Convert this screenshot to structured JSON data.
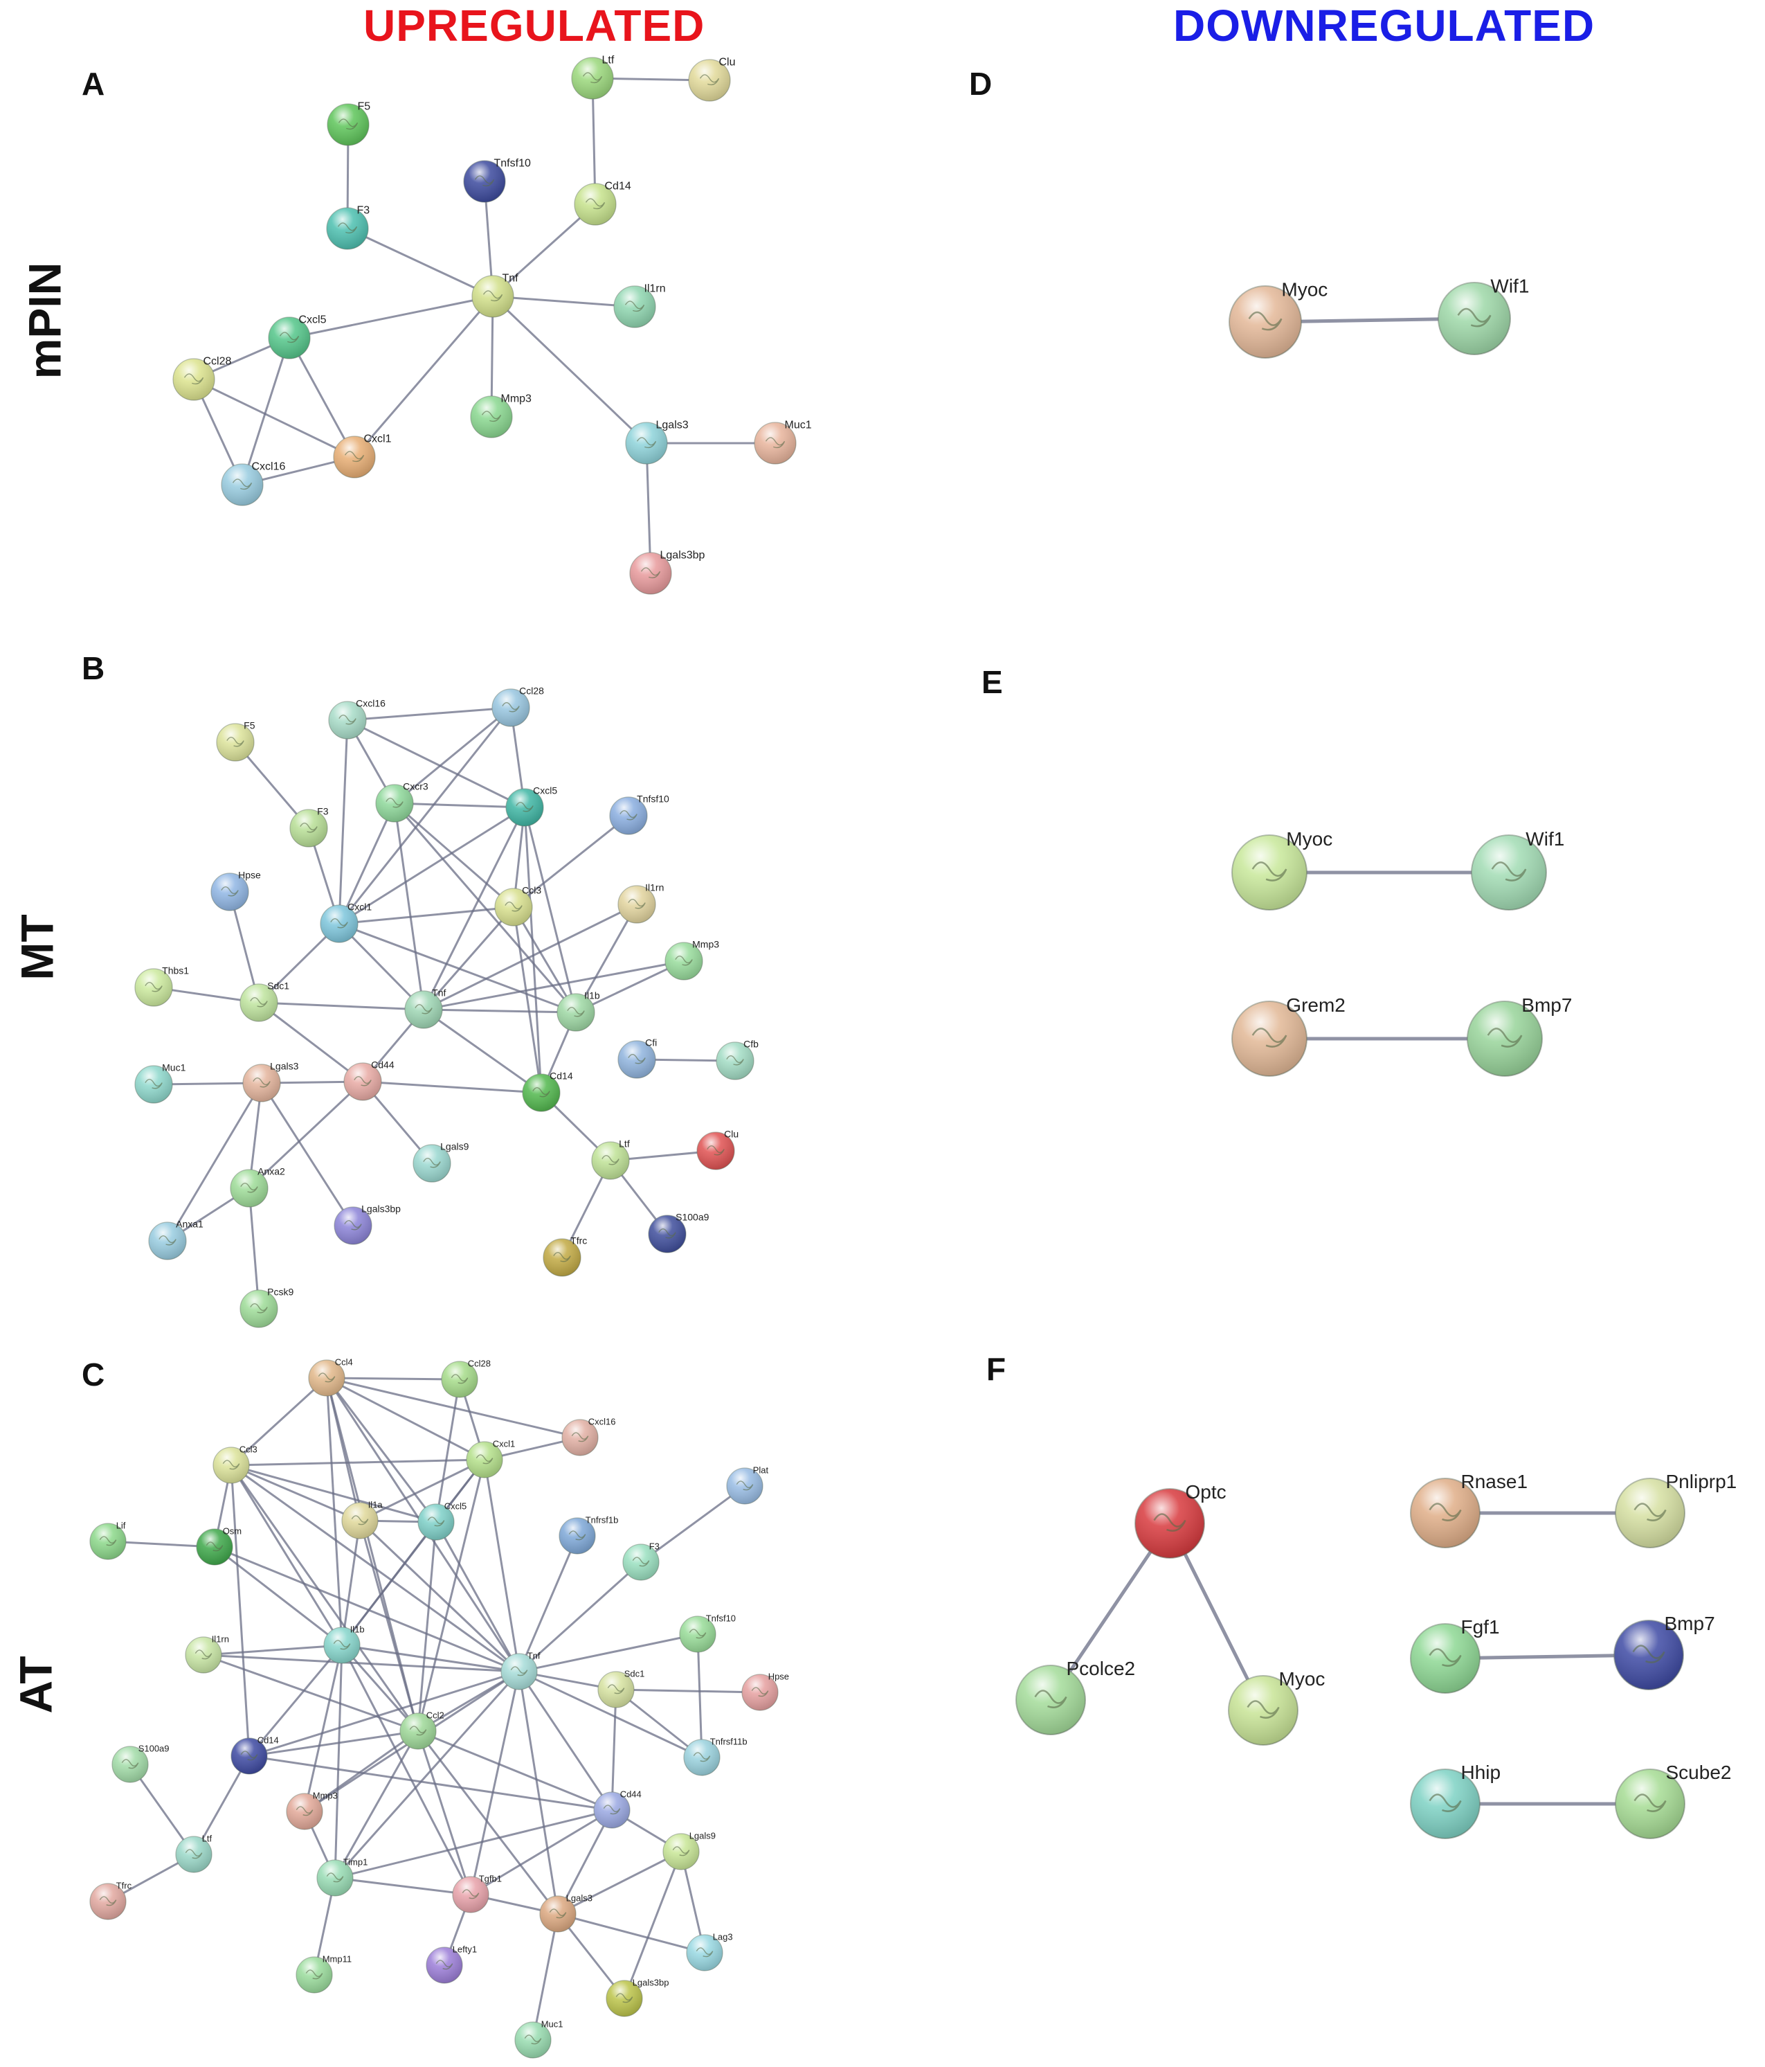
{
  "column_titles": {
    "up": "UPREGULATED",
    "down": "DOWNREGULATED"
  },
  "colors": {
    "up_title": "#e8141c",
    "down_title": "#1a1ee6",
    "edge": "#6a6e86"
  },
  "row_labels": {
    "mpin": "mPIN",
    "mt": "MT",
    "at": "AT"
  },
  "panels": [
    {
      "id": "A",
      "letter": "A",
      "nodes": [
        {
          "id": "Ltf",
          "color": "#9bd87c"
        },
        {
          "id": "Clu",
          "color": "#e2da9a"
        },
        {
          "id": "F5",
          "color": "#5ec55a"
        },
        {
          "id": "Tnfsf10",
          "color": "#3c4a9e"
        },
        {
          "id": "Cd14",
          "color": "#c6e28c"
        },
        {
          "id": "F3",
          "color": "#4dc0b0"
        },
        {
          "id": "Tnf",
          "color": "#d2e08a"
        },
        {
          "id": "Il1rn",
          "color": "#8fd6b0"
        },
        {
          "id": "Cxcl5",
          "color": "#54c68a"
        },
        {
          "id": "Ccl28",
          "color": "#dce38e"
        },
        {
          "id": "Mmp3",
          "color": "#8ad890"
        },
        {
          "id": "Lgals3",
          "color": "#8ed3da"
        },
        {
          "id": "Muc1",
          "color": "#e8b49c"
        },
        {
          "id": "Cxcl1",
          "color": "#e8ae74"
        },
        {
          "id": "Cxcl16",
          "color": "#98cce0"
        },
        {
          "id": "Lgals3bp",
          "color": "#e89a9c"
        }
      ],
      "edges": [
        [
          "Ltf",
          "Clu"
        ],
        [
          "Ltf",
          "Cd14"
        ],
        [
          "Cd14",
          "Tnf"
        ],
        [
          "F5",
          "F3"
        ],
        [
          "F3",
          "Tnf"
        ],
        [
          "Tnfsf10",
          "Tnf"
        ],
        [
          "Tnf",
          "Il1rn"
        ],
        [
          "Tnf",
          "Cxcl5"
        ],
        [
          "Tnf",
          "Mmp3"
        ],
        [
          "Tnf",
          "Cxcl1"
        ],
        [
          "Tnf",
          "Lgals3"
        ],
        [
          "Lgals3",
          "Muc1"
        ],
        [
          "Lgals3",
          "Lgals3bp"
        ],
        [
          "Cxcl5",
          "Ccl28"
        ],
        [
          "Cxcl5",
          "Cxcl1"
        ],
        [
          "Cxcl5",
          "Cxcl16"
        ],
        [
          "Ccl28",
          "Cxcl16"
        ],
        [
          "Ccl28",
          "Cxcl1"
        ],
        [
          "Cxcl16",
          "Cxcl1"
        ]
      ]
    },
    {
      "id": "B",
      "letter": "B",
      "nodes": [
        {
          "id": "Cxcl16",
          "color": "#a8dcc8"
        },
        {
          "id": "Ccl28",
          "color": "#98c6e0"
        },
        {
          "id": "F5",
          "color": "#dce39a"
        },
        {
          "id": "Cxcr3",
          "color": "#8ed89a"
        },
        {
          "id": "Cxcl5",
          "color": "#3fb6a4"
        },
        {
          "id": "Tnfsf10",
          "color": "#8aaee0"
        },
        {
          "id": "F3",
          "color": "#b8df96"
        },
        {
          "id": "Hpse",
          "color": "#90b6e4"
        },
        {
          "id": "Il1rn",
          "color": "#e2d49e"
        },
        {
          "id": "Cxcl1",
          "color": "#7ec6dc"
        },
        {
          "id": "Ccl3",
          "color": "#d8e08e"
        },
        {
          "id": "Mmp3",
          "color": "#98dc9c"
        },
        {
          "id": "Thbs1",
          "color": "#ccea9e"
        },
        {
          "id": "Sdc1",
          "color": "#bfe49e"
        },
        {
          "id": "Tnf",
          "color": "#9ed6b4"
        },
        {
          "id": "Il1b",
          "color": "#9ed8a4"
        },
        {
          "id": "Cfi",
          "color": "#90b4de"
        },
        {
          "id": "Cfb",
          "color": "#a2dcc4"
        },
        {
          "id": "Muc1",
          "color": "#8ed8cc"
        },
        {
          "id": "Lgals3",
          "color": "#e4b49c"
        },
        {
          "id": "Cd44",
          "color": "#e8aaa4"
        },
        {
          "id": "Cd14",
          "color": "#52b84e"
        },
        {
          "id": "Ltf",
          "color": "#bfe296"
        },
        {
          "id": "Clu",
          "color": "#e05252"
        },
        {
          "id": "Lgals9",
          "color": "#9ad8d0"
        },
        {
          "id": "Anxa2",
          "color": "#9edc98"
        },
        {
          "id": "Lgals3bp",
          "color": "#8c84d8"
        },
        {
          "id": "S100a9",
          "color": "#3f4e9c"
        },
        {
          "id": "Anxa1",
          "color": "#98cce0"
        },
        {
          "id": "Tfrc",
          "color": "#c2aa44"
        },
        {
          "id": "Pcsk9",
          "color": "#9edc98"
        }
      ],
      "edges": [
        [
          "Cxcl16",
          "Ccl28"
        ],
        [
          "Cxcl16",
          "Cxcr3"
        ],
        [
          "Cxcl16",
          "Cxcl5"
        ],
        [
          "Cxcl16",
          "Cxcl1"
        ],
        [
          "Ccl28",
          "Cxcl5"
        ],
        [
          "Ccl28",
          "Cxcl1"
        ],
        [
          "Ccl28",
          "Cxcr3"
        ],
        [
          "F5",
          "F3"
        ],
        [
          "F3",
          "Cxcl1"
        ],
        [
          "Cxcr3",
          "Cxcl5"
        ],
        [
          "Cxcr3",
          "Cxcl1"
        ],
        [
          "Cxcr3",
          "Ccl3"
        ],
        [
          "Cxcr3",
          "Tnf"
        ],
        [
          "Cxcr3",
          "Il1b"
        ],
        [
          "Cxcl5",
          "Cxcl1"
        ],
        [
          "Cxcl5",
          "Ccl3"
        ],
        [
          "Cxcl5",
          "Tnf"
        ],
        [
          "Cxcl5",
          "Il1b"
        ],
        [
          "Cxcl5",
          "Cd14"
        ],
        [
          "Tnfsf10",
          "Ccl3"
        ],
        [
          "Cxcl1",
          "Ccl3"
        ],
        [
          "Cxcl1",
          "Tnf"
        ],
        [
          "Cxcl1",
          "Il1b"
        ],
        [
          "Cxcl1",
          "Sdc1"
        ],
        [
          "Ccl3",
          "Tnf"
        ],
        [
          "Ccl3",
          "Il1b"
        ],
        [
          "Ccl3",
          "Cd14"
        ],
        [
          "Il1rn",
          "Tnf"
        ],
        [
          "Il1rn",
          "Il1b"
        ],
        [
          "Mmp3",
          "Tnf"
        ],
        [
          "Mmp3",
          "Il1b"
        ],
        [
          "Tnf",
          "Il1b"
        ],
        [
          "Tnf",
          "Cd14"
        ],
        [
          "Tnf",
          "Cd44"
        ],
        [
          "Tnf",
          "Sdc1"
        ],
        [
          "Il1b",
          "Cd14"
        ],
        [
          "Hpse",
          "Sdc1"
        ],
        [
          "Thbs1",
          "Sdc1"
        ],
        [
          "Sdc1",
          "Cd44"
        ],
        [
          "Cfi",
          "Cfb"
        ],
        [
          "Muc1",
          "Lgals3"
        ],
        [
          "Lgals3",
          "Cd44"
        ],
        [
          "Lgals3",
          "Anxa2"
        ],
        [
          "Lgals3",
          "Lgals3bp"
        ],
        [
          "Lgals3",
          "Anxa1"
        ],
        [
          "Cd44",
          "Anxa2"
        ],
        [
          "Cd44",
          "Lgals9"
        ],
        [
          "Cd44",
          "Cd14"
        ],
        [
          "Cd14",
          "Ltf"
        ],
        [
          "Ltf",
          "Clu"
        ],
        [
          "Ltf",
          "Tfrc"
        ],
        [
          "Ltf",
          "S100a9"
        ],
        [
          "Anxa2",
          "Anxa1"
        ],
        [
          "Anxa2",
          "Pcsk9"
        ]
      ]
    },
    {
      "id": "C",
      "letter": "C",
      "nodes": [
        {
          "id": "Ccl4",
          "color": "#e2b88a"
        },
        {
          "id": "Ccl28",
          "color": "#a6dc8a"
        },
        {
          "id": "Cxcl16",
          "color": "#e2b0a4"
        },
        {
          "id": "Ccl3",
          "color": "#dce39a"
        },
        {
          "id": "Cxcl1",
          "color": "#b4e08a"
        },
        {
          "id": "Plat",
          "color": "#98bce4"
        },
        {
          "id": "Lif",
          "color": "#8cd88a"
        },
        {
          "id": "Osm",
          "color": "#3ea84a"
        },
        {
          "id": "Il1a",
          "color": "#e0d89a"
        },
        {
          "id": "Cxcl5",
          "color": "#7ed0c8"
        },
        {
          "id": "Tnfrsf1b",
          "color": "#7ea8d8"
        },
        {
          "id": "F3",
          "color": "#9ae0c0"
        },
        {
          "id": "Tnfsf10",
          "color": "#98dc98"
        },
        {
          "id": "Il1rn",
          "color": "#c8e6a4"
        },
        {
          "id": "Il1b",
          "color": "#86d6cc"
        },
        {
          "id": "Tnf",
          "color": "#a6dcd8"
        },
        {
          "id": "Sdc1",
          "color": "#d6e2a0"
        },
        {
          "id": "Hpse",
          "color": "#e6a0a0"
        },
        {
          "id": "Ccl2",
          "color": "#9ed898"
        },
        {
          "id": "Tnfrsf11b",
          "color": "#9ad2de"
        },
        {
          "id": "S100a9",
          "color": "#a2dca8"
        },
        {
          "id": "Cd14",
          "color": "#3e4aa2"
        },
        {
          "id": "Cd44",
          "color": "#9aa8e2"
        },
        {
          "id": "Mmp3",
          "color": "#e2a898"
        },
        {
          "id": "Lgals9",
          "color": "#c8e696"
        },
        {
          "id": "Ltf",
          "color": "#9ad8c8"
        },
        {
          "id": "Timp1",
          "color": "#98dcb4"
        },
        {
          "id": "Tgfb1",
          "color": "#e8a2aa"
        },
        {
          "id": "Lgals3",
          "color": "#dca880"
        },
        {
          "id": "Tfrc",
          "color": "#e2a8a0"
        },
        {
          "id": "Lag3",
          "color": "#98d8e2"
        },
        {
          "id": "Lefty1",
          "color": "#9c7ed8"
        },
        {
          "id": "Mmp11",
          "color": "#9adc9c"
        },
        {
          "id": "Lgals3bp",
          "color": "#bcc44a"
        },
        {
          "id": "Muc1",
          "color": "#98dcb0"
        }
      ],
      "edges": [
        [
          "Ccl4",
          "Ccl3"
        ],
        [
          "Ccl4",
          "Cxcl1"
        ],
        [
          "Ccl4",
          "Cxcl5"
        ],
        [
          "Ccl4",
          "Il1a"
        ],
        [
          "Ccl4",
          "Il1b"
        ],
        [
          "Ccl4",
          "Tnf"
        ],
        [
          "Ccl4",
          "Ccl2"
        ],
        [
          "Ccl4",
          "Cxcl16"
        ],
        [
          "Ccl4",
          "Ccl28"
        ],
        [
          "Ccl28",
          "Cxcl5"
        ],
        [
          "Ccl28",
          "Cxcl1"
        ],
        [
          "Ccl3",
          "Cxcl1"
        ],
        [
          "Ccl3",
          "Il1a"
        ],
        [
          "Ccl3",
          "Cxcl5"
        ],
        [
          "Ccl3",
          "Il1b"
        ],
        [
          "Ccl3",
          "Tnf"
        ],
        [
          "Ccl3",
          "Ccl2"
        ],
        [
          "Ccl3",
          "Osm"
        ],
        [
          "Ccl3",
          "Cd14"
        ],
        [
          "Cxcl1",
          "Cxcl5"
        ],
        [
          "Cxcl1",
          "Il1a"
        ],
        [
          "Cxcl1",
          "Il1b"
        ],
        [
          "Cxcl1",
          "Tnf"
        ],
        [
          "Cxcl1",
          "Ccl2"
        ],
        [
          "Cxcl1",
          "Cxcl16"
        ],
        [
          "Lif",
          "Osm"
        ],
        [
          "Osm",
          "Il1b"
        ],
        [
          "Osm",
          "Tnf"
        ],
        [
          "Il1a",
          "Cxcl5"
        ],
        [
          "Il1a",
          "Il1b"
        ],
        [
          "Il1a",
          "Tnf"
        ],
        [
          "Il1a",
          "Ccl2"
        ],
        [
          "Cxcl5",
          "Il1b"
        ],
        [
          "Cxcl5",
          "Tnf"
        ],
        [
          "Cxcl5",
          "Ccl2"
        ],
        [
          "Tnfrsf1b",
          "Tnf"
        ],
        [
          "F3",
          "Tnf"
        ],
        [
          "Plat",
          "F3"
        ],
        [
          "Il1rn",
          "Il1b"
        ],
        [
          "Il1rn",
          "Tnf"
        ],
        [
          "Il1b",
          "Tnf"
        ],
        [
          "Il1b",
          "Ccl2"
        ],
        [
          "Il1b",
          "Cd14"
        ],
        [
          "Il1b",
          "Mmp3"
        ],
        [
          "Il1b",
          "Timp1"
        ],
        [
          "Il1b",
          "Tgfb1"
        ],
        [
          "Tnf",
          "Sdc1"
        ],
        [
          "Tnf",
          "Ccl2"
        ],
        [
          "Tnf",
          "Cd14"
        ],
        [
          "Tnf",
          "Cd44"
        ],
        [
          "Tnf",
          "Timp1"
        ],
        [
          "Tnf",
          "Tgfb1"
        ],
        [
          "Tnf",
          "Mmp3"
        ],
        [
          "Tnf",
          "Lgals3"
        ],
        [
          "Tnf",
          "Tnfsf10"
        ],
        [
          "Tnf",
          "Tnfrsf11b"
        ],
        [
          "Sdc1",
          "Hpse"
        ],
        [
          "Sdc1",
          "Cd44"
        ],
        [
          "Sdc1",
          "Tnfrsf11b"
        ],
        [
          "Tnfsf10",
          "Tnfrsf11b"
        ],
        [
          "Ccl2",
          "Cd14"
        ],
        [
          "Ccl2",
          "Mmp3"
        ],
        [
          "Ccl2",
          "Timp1"
        ],
        [
          "Ccl2",
          "Tgfb1"
        ],
        [
          "Ccl2",
          "Cd44"
        ],
        [
          "Ccl2",
          "Lgals3"
        ],
        [
          "Ccl2",
          "Il1rn"
        ],
        [
          "S100a9",
          "Ltf"
        ],
        [
          "Cd14",
          "Ltf"
        ],
        [
          "Cd14",
          "Cd44"
        ],
        [
          "Cd44",
          "Timp1"
        ],
        [
          "Cd44",
          "Tgfb1"
        ],
        [
          "Cd44",
          "Lgals3"
        ],
        [
          "Cd44",
          "Lgals9"
        ],
        [
          "Mmp3",
          "Timp1"
        ],
        [
          "Timp1",
          "Tgfb1"
        ],
        [
          "Timp1",
          "Mmp11"
        ],
        [
          "Tgfb1",
          "Lefty1"
        ],
        [
          "Tgfb1",
          "Lgals3"
        ],
        [
          "Lgals3",
          "Lgals9"
        ],
        [
          "Lgals3",
          "Lgals3bp"
        ],
        [
          "Lgals3",
          "Muc1"
        ],
        [
          "Lgals3",
          "Lag3"
        ],
        [
          "Lgals9",
          "Lag3"
        ],
        [
          "Lgals9",
          "Lgals3bp"
        ],
        [
          "Ltf",
          "Tfrc"
        ]
      ]
    },
    {
      "id": "D",
      "letter": "D",
      "nodes": [
        {
          "id": "Myoc",
          "color": "#e4b898"
        },
        {
          "id": "Wif1",
          "color": "#9ed8a8"
        }
      ],
      "edges": [
        [
          "Myoc",
          "Wif1"
        ]
      ]
    },
    {
      "id": "E",
      "letter": "E",
      "nodes": [
        {
          "id": "Myoc",
          "color": "#c8e89a"
        },
        {
          "id": "Wif1",
          "color": "#a2dcb4"
        },
        {
          "id": "Grem2",
          "color": "#e2b896"
        },
        {
          "id": "Bmp7",
          "color": "#98d49a"
        }
      ],
      "edges": [
        [
          "Myoc",
          "Wif1"
        ],
        [
          "Grem2",
          "Bmp7"
        ]
      ]
    },
    {
      "id": "F",
      "letter": "F",
      "nodes": [
        {
          "id": "Optc",
          "color": "#d83a3e"
        },
        {
          "id": "Pcolce2",
          "color": "#a4dc9a"
        },
        {
          "id": "Myoc",
          "color": "#c8e496"
        },
        {
          "id": "Rnase1",
          "color": "#e0ae88"
        },
        {
          "id": "Pnliprp1",
          "color": "#d6e0a2"
        },
        {
          "id": "Fgf1",
          "color": "#8ed894"
        },
        {
          "id": "Bmp7",
          "color": "#3e4aa4"
        },
        {
          "id": "Hhip",
          "color": "#7ed2c4"
        },
        {
          "id": "Scube2",
          "color": "#a6dc94"
        }
      ],
      "edges": [
        [
          "Optc",
          "Pcolce2"
        ],
        [
          "Optc",
          "Myoc"
        ],
        [
          "Rnase1",
          "Pnliprp1"
        ],
        [
          "Fgf1",
          "Bmp7"
        ],
        [
          "Hhip",
          "Scube2"
        ]
      ]
    }
  ]
}
